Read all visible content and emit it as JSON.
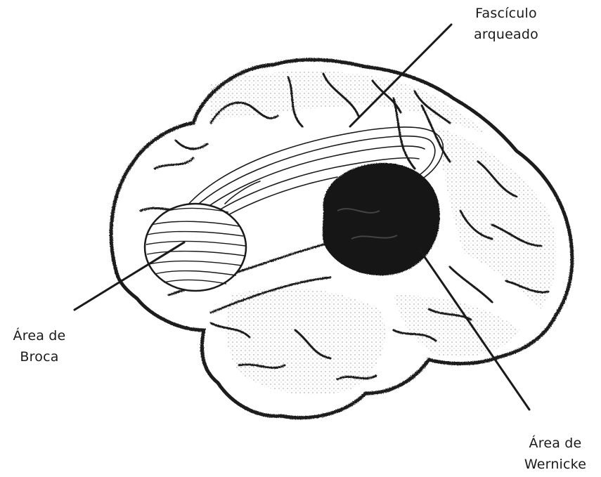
{
  "labels": {
    "fasciculo": {
      "line1": "Fascículo",
      "line2": "arqueado"
    },
    "broca": {
      "line1": "Área de",
      "line2": "Broca"
    },
    "wernicke": {
      "line1": "Área de",
      "line2": "Wernicke"
    }
  },
  "colors": {
    "ink": "#1a1a1a",
    "paper": "#ffffff",
    "wernicke_fill": "#121212"
  }
}
